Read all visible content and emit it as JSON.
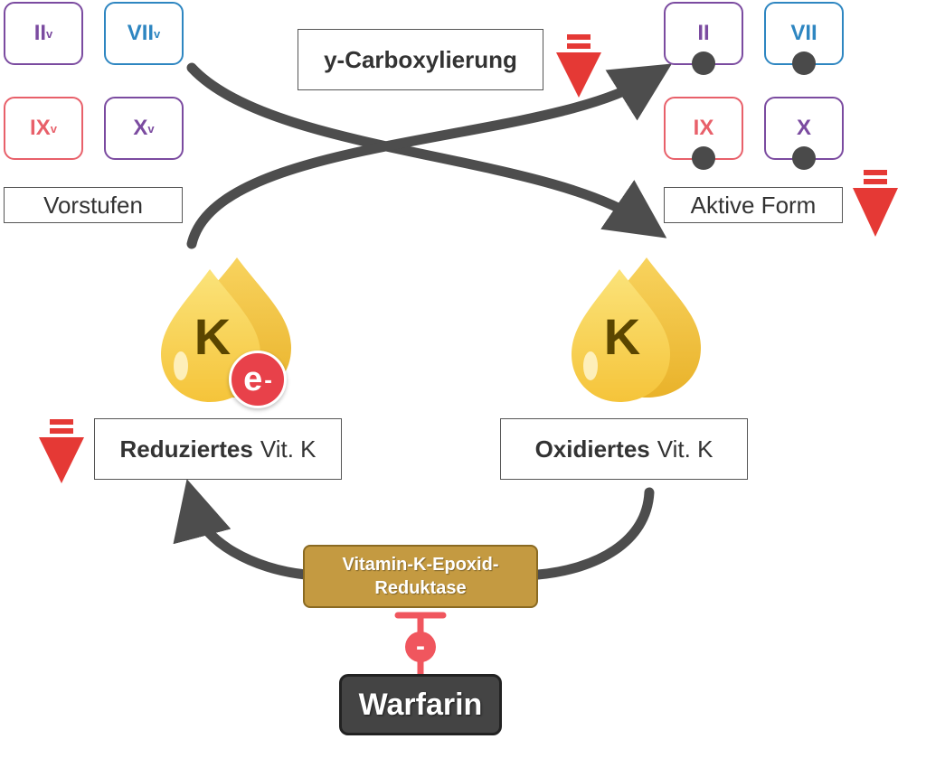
{
  "precursors": {
    "label": "Vorstufen",
    "factors": [
      {
        "name": "II",
        "sub": "v",
        "color": "#7b4ba0"
      },
      {
        "name": "VII",
        "sub": "v",
        "color": "#2e86c1"
      },
      {
        "name": "IX",
        "sub": "v",
        "color": "#e8606a"
      },
      {
        "name": "X",
        "sub": "v",
        "color": "#7b4ba0"
      }
    ]
  },
  "active": {
    "label": "Aktive Form",
    "factors": [
      {
        "name": "II",
        "color": "#7b4ba0"
      },
      {
        "name": "VII",
        "color": "#2e86c1"
      },
      {
        "name": "IX",
        "color": "#e8606a"
      },
      {
        "name": "X",
        "color": "#7b4ba0"
      }
    ]
  },
  "process": {
    "label": "y-Carboxylierung"
  },
  "vitk": {
    "letter": "K",
    "electron": "e",
    "electron_sup": "-",
    "reduced_bold": "Reduziertes",
    "reduced_rest": "Vit. K",
    "oxidized_bold": "Oxidiertes",
    "oxidized_rest": "Vit. K"
  },
  "enzyme": {
    "line1": "Vitamin-K-Epoxid-",
    "line2": "Reduktase"
  },
  "inhibitor": {
    "name": "Warfarin",
    "sign": "-"
  },
  "colors": {
    "arrow": "#4d4d4d",
    "decrease_arrow": "#e53935",
    "enzyme": "#c49a41",
    "drop": "#f7cc3c"
  }
}
